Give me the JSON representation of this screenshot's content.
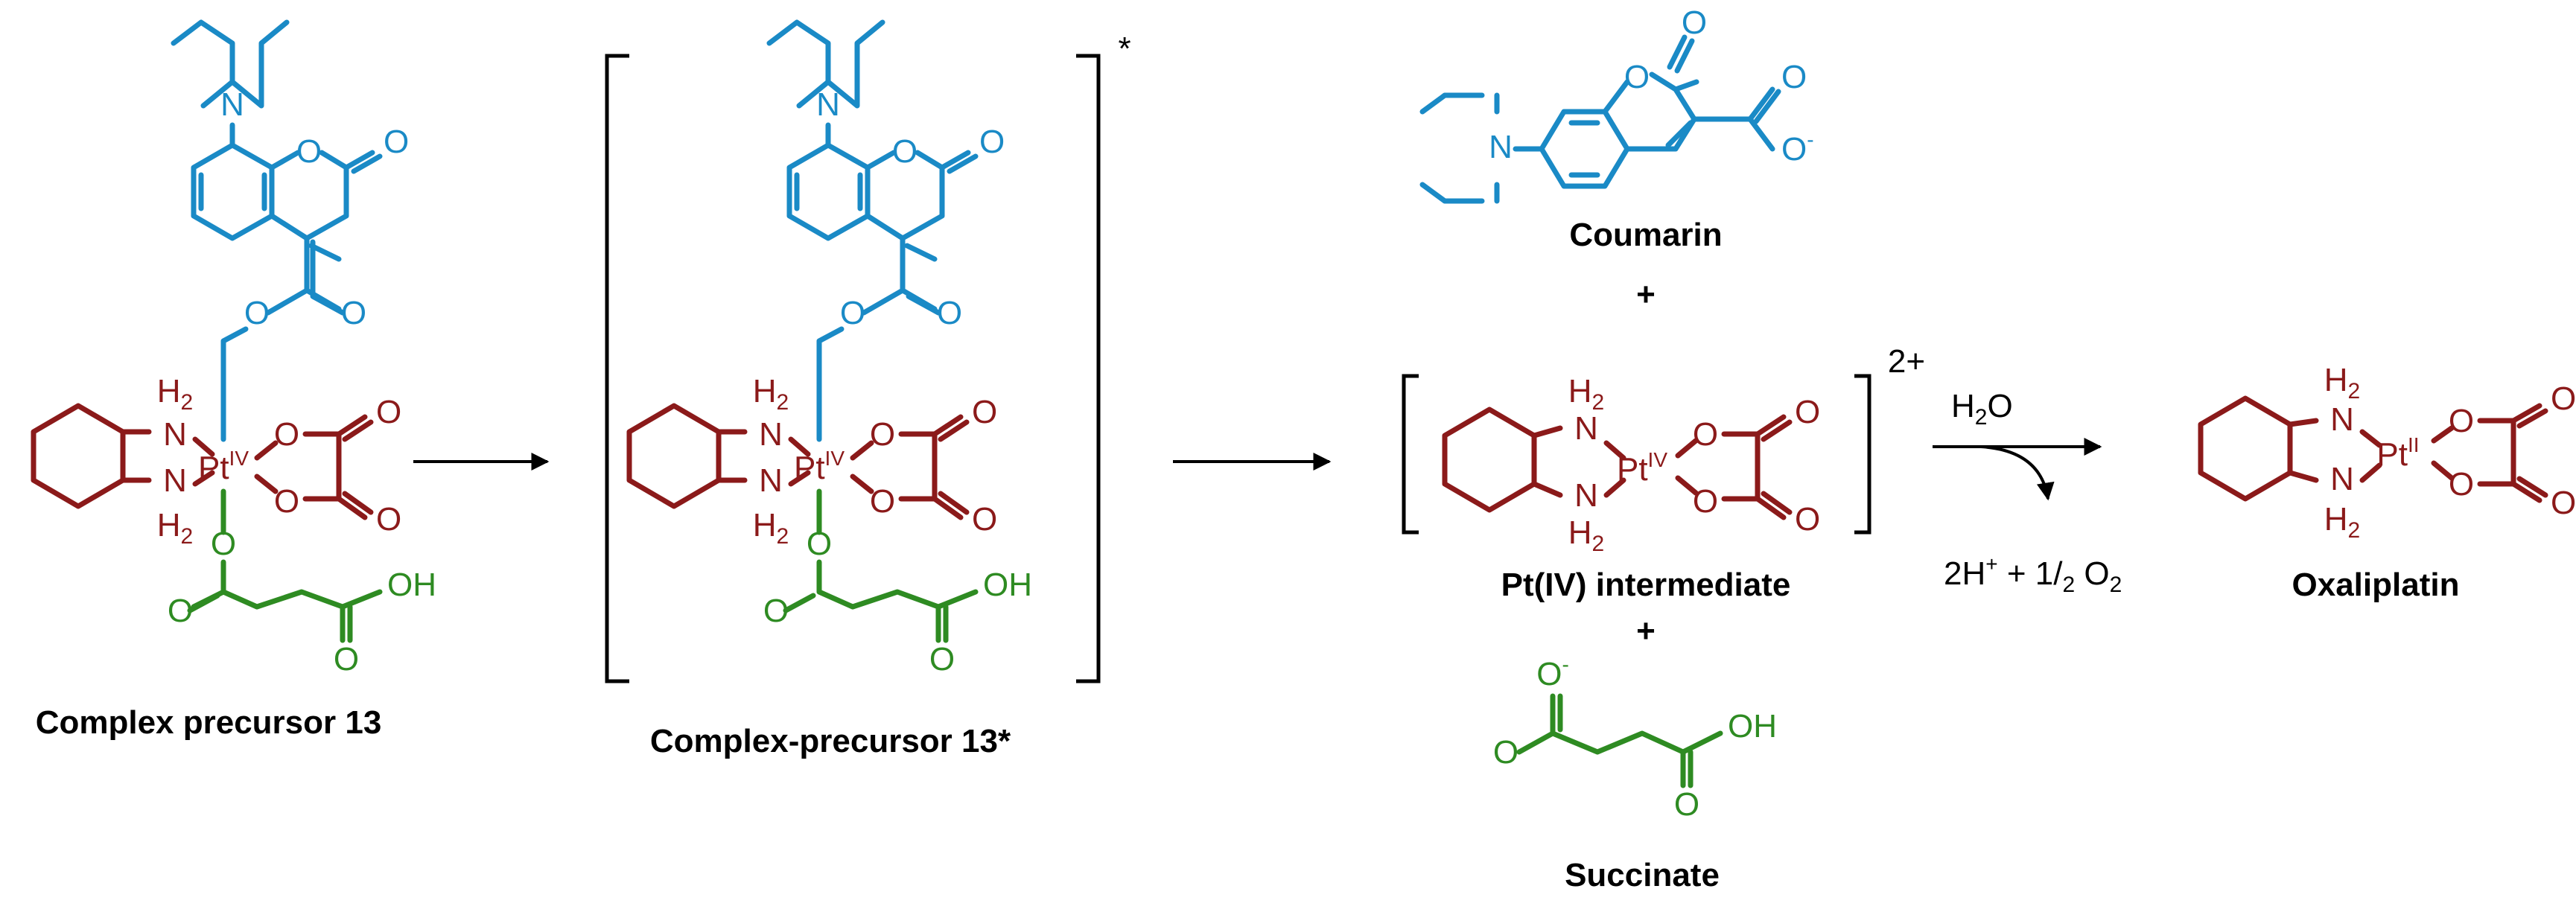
{
  "colors": {
    "coumarin": "#1a8ac6",
    "platinum": "#8b1a1a",
    "succinate": "#2e8b22",
    "text": "#000000"
  },
  "atoms": {
    "N": "N",
    "O": "O",
    "H": "H",
    "OH": "OH",
    "Pt": "Pt",
    "H2": "2",
    "pt4_ox": "IV",
    "pt2_ox": "II",
    "minus": "-"
  },
  "scheme": {
    "compounds": [
      {
        "id": "precursor",
        "label": "Complex precursor 13"
      },
      {
        "id": "excited",
        "label": "Complex-precursor 13*"
      },
      {
        "id": "coumarin",
        "label": "Coumarin"
      },
      {
        "id": "intermediate",
        "label": "Pt(IV) intermediate"
      },
      {
        "id": "succinate",
        "label": "Succinate"
      },
      {
        "id": "oxaliplatin",
        "label": "Oxaliplatin"
      }
    ],
    "plus_sign": "+",
    "excited_mark": "*",
    "intermediate_charge": "2+",
    "reagent": {
      "formula": "H",
      "sub": "2",
      "tail": "O"
    },
    "byproduct": {
      "a": "2H",
      "a_sup": "+",
      "b": " + 1/",
      "b_sub": "2",
      "c": " O",
      "c_sub": "2"
    }
  }
}
